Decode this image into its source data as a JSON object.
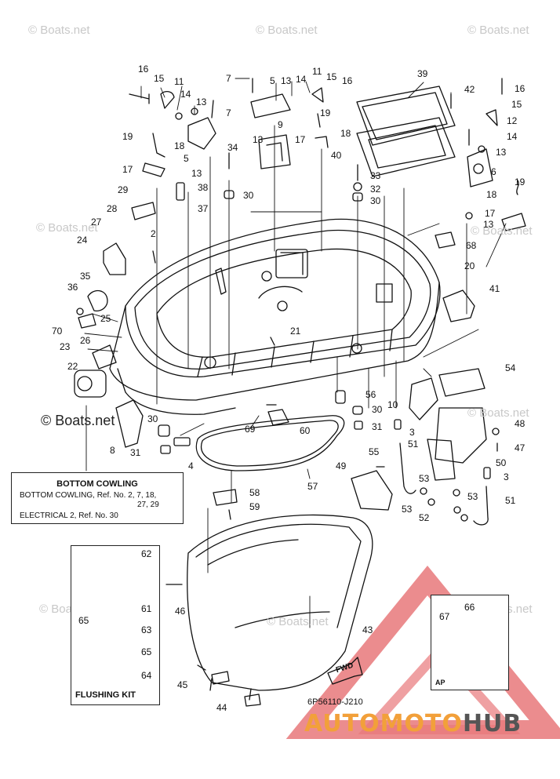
{
  "watermark": "© Boats.net",
  "watermark_bold": "© Boats.net",
  "legend": {
    "title": "BOTTOM COWLING",
    "line1": "BOTTOM COWLING, Ref. No. 2, 7, 18,",
    "line2": "27, 29",
    "line3": "ELECTRICAL 2, Ref. No. 30"
  },
  "flushing_kit_label": "FLUSHING KIT",
  "ap_label": "AP",
  "fwd_label": "FWD",
  "diagram_code": "6P56110-J210",
  "brand": {
    "part1": "AUTOMOTO",
    "part2": "HUB"
  },
  "callouts": [
    "16",
    "15",
    "11",
    "14",
    "13",
    "7",
    "5",
    "13",
    "14",
    "11",
    "15",
    "16",
    "39",
    "42",
    "7",
    "16",
    "15",
    "12",
    "19",
    "18",
    "17",
    "5",
    "13",
    "9",
    "13",
    "17",
    "18",
    "19",
    "40",
    "14",
    "13",
    "6",
    "34",
    "33",
    "32",
    "30",
    "38",
    "30",
    "29",
    "28",
    "37",
    "27",
    "2",
    "24",
    "35",
    "36",
    "68",
    "20",
    "41",
    "25",
    "70",
    "26",
    "23",
    "21",
    "22",
    "54",
    "10",
    "56",
    "30",
    "69",
    "60",
    "30",
    "8",
    "31",
    "4",
    "31",
    "3",
    "48",
    "47",
    "50",
    "55",
    "49",
    "51",
    "53",
    "53",
    "3",
    "52",
    "53",
    "51",
    "57",
    "58",
    "59",
    "62",
    "61",
    "63",
    "65",
    "65",
    "64",
    "46",
    "43",
    "45",
    "44",
    "67",
    "66",
    "19",
    "18",
    "17",
    "13"
  ]
}
